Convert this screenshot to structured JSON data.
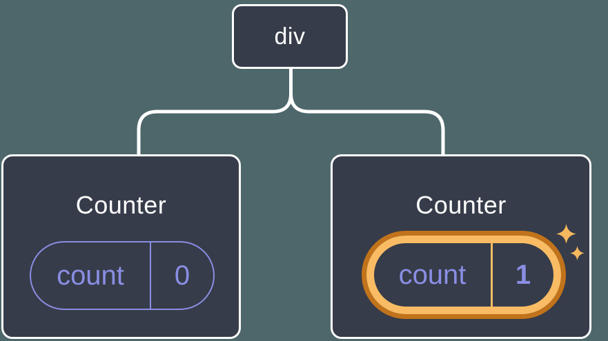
{
  "colors": {
    "background": "#4e676b",
    "node_fill": "#363c49",
    "node_border": "#ffffff",
    "connector": "#ffffff",
    "state_accent": "#8a8ee4",
    "highlight_outer": "#c1731b",
    "highlight_inner": "#f9bc64",
    "sparkle": "#f6b85f",
    "title_text": "#ffffff"
  },
  "tree": {
    "root": {
      "label": "div"
    },
    "children": [
      {
        "title": "Counter",
        "state": {
          "key": "count",
          "value": "0"
        },
        "highlighted": false
      },
      {
        "title": "Counter",
        "state": {
          "key": "count",
          "value": "1"
        },
        "highlighted": true
      }
    ]
  }
}
